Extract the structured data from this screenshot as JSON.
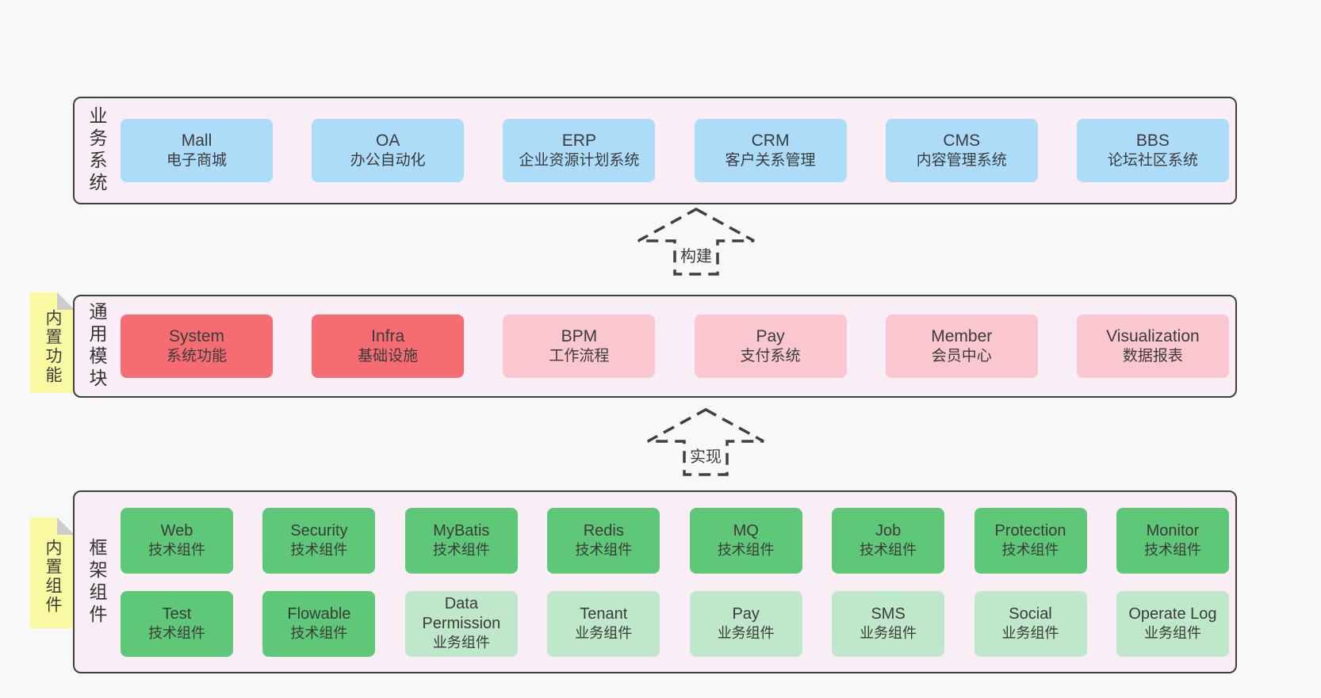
{
  "colors": {
    "page_bg": "#f8f8f8",
    "container_bg": "#f9edf6",
    "container_border": "#3f3f3f",
    "blue_box": "#addcf9",
    "red_box": "#f56d72",
    "pink_box": "#fac7d1",
    "green_box": "#5fc878",
    "light_green_box": "#bfe7ca",
    "sticky_note": "#fafaa2",
    "fold_corner": "#cccccc",
    "text": "#3b3b3b"
  },
  "arrows": [
    {
      "label": "构建"
    },
    {
      "label": "实现"
    }
  ],
  "layers": [
    {
      "label": "业务系统",
      "boxes": [
        {
          "title": "Mall",
          "subtitle": "电子商城"
        },
        {
          "title": "OA",
          "subtitle": "办公自动化"
        },
        {
          "title": "ERP",
          "subtitle": "企业资源计划系统"
        },
        {
          "title": "CRM",
          "subtitle": "客户关系管理"
        },
        {
          "title": "CMS",
          "subtitle": "内容管理系统"
        },
        {
          "title": "BBS",
          "subtitle": "论坛社区系统"
        }
      ]
    },
    {
      "label": "通用模块",
      "note": "内置功能",
      "boxes": [
        {
          "title": "System",
          "subtitle": "系统功能",
          "variant": "red"
        },
        {
          "title": "Infra",
          "subtitle": "基础设施",
          "variant": "red"
        },
        {
          "title": "BPM",
          "subtitle": "工作流程",
          "variant": "pink"
        },
        {
          "title": "Pay",
          "subtitle": "支付系统",
          "variant": "pink"
        },
        {
          "title": "Member",
          "subtitle": "会员中心",
          "variant": "pink"
        },
        {
          "title": "Visualization",
          "subtitle": "数据报表",
          "variant": "pink"
        }
      ]
    },
    {
      "label": "框架组件",
      "note": "内置组件",
      "rows": [
        [
          {
            "title": "Web",
            "subtitle": "技术组件",
            "variant": "green"
          },
          {
            "title": "Security",
            "subtitle": "技术组件",
            "variant": "green"
          },
          {
            "title": "MyBatis",
            "subtitle": "技术组件",
            "variant": "green"
          },
          {
            "title": "Redis",
            "subtitle": "技术组件",
            "variant": "green"
          },
          {
            "title": "MQ",
            "subtitle": "技术组件",
            "variant": "green"
          },
          {
            "title": "Job",
            "subtitle": "技术组件",
            "variant": "green"
          },
          {
            "title": "Protection",
            "subtitle": "技术组件",
            "variant": "green"
          },
          {
            "title": "Monitor",
            "subtitle": "技术组件",
            "variant": "green"
          }
        ],
        [
          {
            "title": "Test",
            "subtitle": "技术组件",
            "variant": "green"
          },
          {
            "title": "Flowable",
            "subtitle": "技术组件",
            "variant": "green"
          },
          {
            "title": "Data Permission",
            "subtitle": "业务组件",
            "variant": "lightgreen"
          },
          {
            "title": "Tenant",
            "subtitle": "业务组件",
            "variant": "lightgreen"
          },
          {
            "title": "Pay",
            "subtitle": "业务组件",
            "variant": "lightgreen"
          },
          {
            "title": "SMS",
            "subtitle": "业务组件",
            "variant": "lightgreen"
          },
          {
            "title": "Social",
            "subtitle": "业务组件",
            "variant": "lightgreen"
          },
          {
            "title": "Operate Log",
            "subtitle": "业务组件",
            "variant": "lightgreen"
          }
        ]
      ]
    }
  ]
}
